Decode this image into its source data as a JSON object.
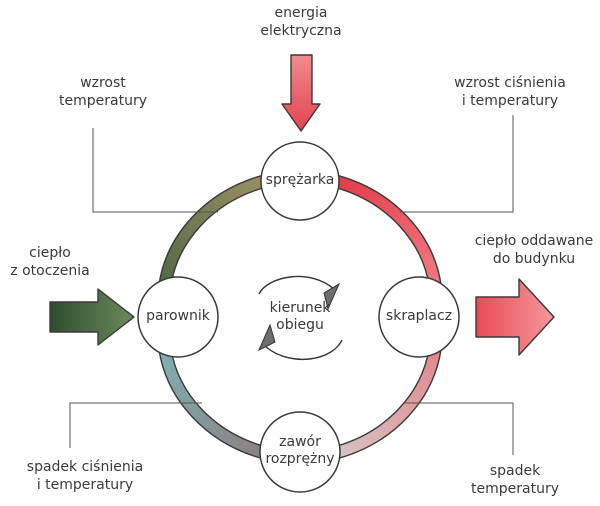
{
  "inputs": {
    "energy": "energia\nelektryczna",
    "heat_in": "ciepło\nz otoczenia",
    "heat_out": "ciepło oddawane\ndo budynku"
  },
  "annotations": {
    "temp_rise": "wzrost\ntemperatury",
    "pressure_temp_rise": "wzrost ciśnienia\ni temperatury",
    "pressure_temp_drop": "spadek ciśnienia\ni temperatury",
    "temp_drop": "spadek\ntemperatury"
  },
  "nodes": {
    "compressor": "sprężarka",
    "condenser": "skraplacz",
    "valve": "zawór\nrozprężny",
    "evaporator": "parownik"
  },
  "center_label": "kierunek\nobiegu",
  "colors": {
    "hot": "#e8545d",
    "cold_dark": "#5f7a57",
    "cold_blue": "#7aaab0",
    "warm_fade": "#d9a3a6",
    "outline": "#3a3a3a"
  }
}
